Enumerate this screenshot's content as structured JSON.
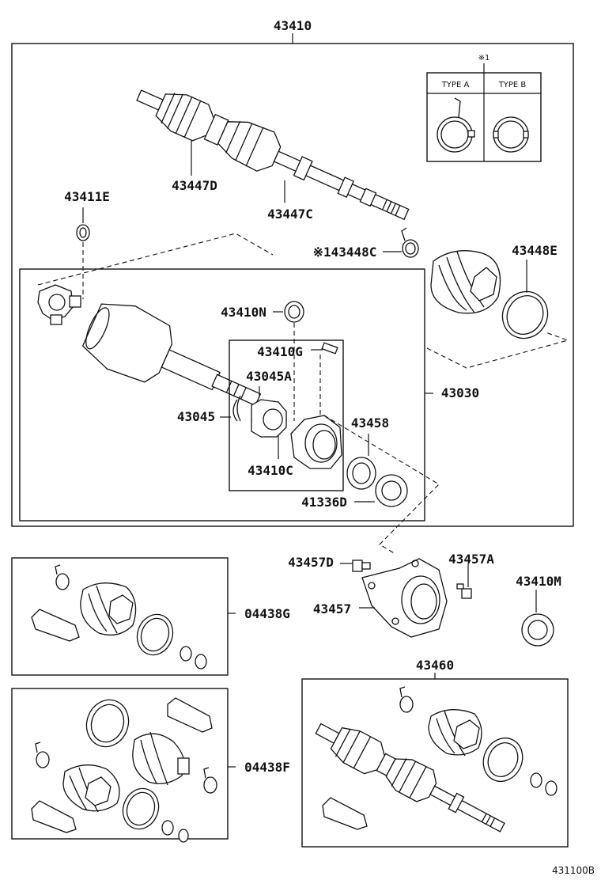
{
  "diagram": {
    "labels": {
      "p43410": "43410",
      "p43447D": "43447D",
      "p43447C": "43447C",
      "p43411E": "43411E",
      "p43448C": "※143448C",
      "p43448E": "43448E",
      "p43410N": "43410N",
      "p43410G": "43410G",
      "p43045A": "43045A",
      "p43045": "43045",
      "p43030": "43030",
      "p43458": "43458",
      "p43410C": "43410C",
      "p41336D": "41336D",
      "p43457D": "43457D",
      "p43457A": "43457A",
      "p43457": "43457",
      "p43410M": "43410M",
      "p04438G": "04438G",
      "p04438F": "04438F",
      "p43460": "43460"
    },
    "inset": {
      "note": "※1",
      "type_a": "TYPE A",
      "type_b": "TYPE B"
    },
    "figure_code": "431100B"
  }
}
